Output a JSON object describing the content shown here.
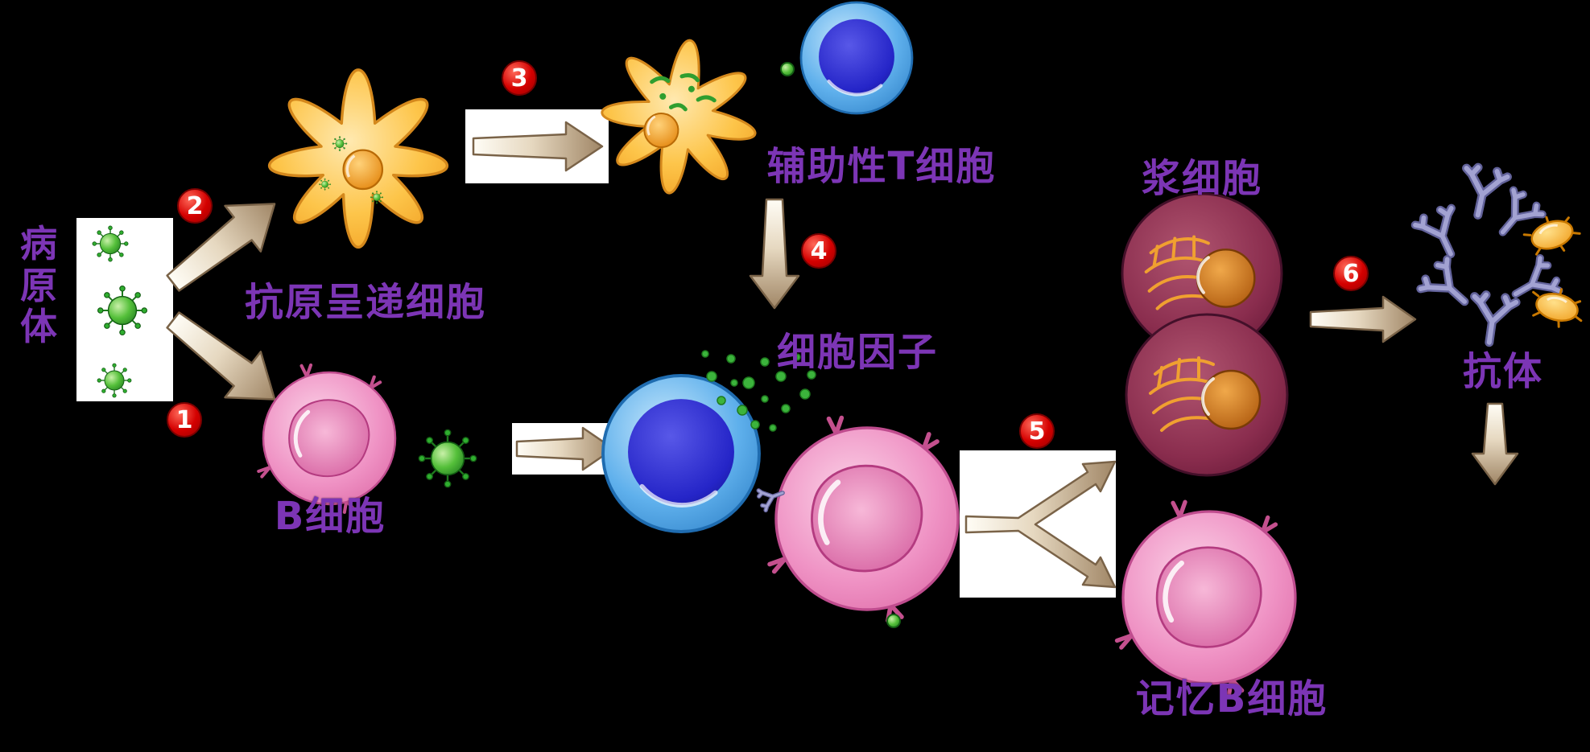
{
  "background_color": "#000000",
  "labels": {
    "pathogen": "病原体",
    "antigen_presenting_cell": "抗原呈递细胞",
    "helper_t_cell": "辅助性T细胞",
    "b_cell": "B细胞",
    "cytokines": "细胞因子",
    "plasma_cell": "浆细胞",
    "antibody": "抗体",
    "memory_b_cell": "记忆B细胞"
  },
  "steps": [
    "1",
    "2",
    "3",
    "4",
    "5",
    "6"
  ],
  "colors": {
    "label_text": "#7c35b5",
    "step_badge_red": "#d40000",
    "arrow_fill": "#cdbb9e",
    "arrow_outline": "#7a6348",
    "virus_green": "#3aa53a",
    "dendritic_cell_orange": "#f7b733",
    "t_cell_blue": "#4a9ade",
    "t_cell_nucleus_blue": "#2020b8",
    "b_cell_pink": "#e882b8",
    "plasma_cell_maroon": "#7c2747",
    "plasma_nucleus_orange": "#c06a18",
    "antibody_purple": "#9a9ace",
    "box_white": "#ffffff"
  },
  "flow": [
    {
      "step": "1",
      "description": "病原体 → B细胞"
    },
    {
      "step": "2",
      "description": "病原体 → 抗原呈递细胞"
    },
    {
      "step": "3",
      "description": "抗原呈递细胞 → 辅助性T细胞"
    },
    {
      "step": "4",
      "description": "辅助性T细胞 → 细胞因子"
    },
    {
      "step": "5",
      "description": "B细胞 → 浆细胞 / 记忆B细胞"
    },
    {
      "step": "6",
      "description": "浆细胞 → 抗体"
    }
  ]
}
